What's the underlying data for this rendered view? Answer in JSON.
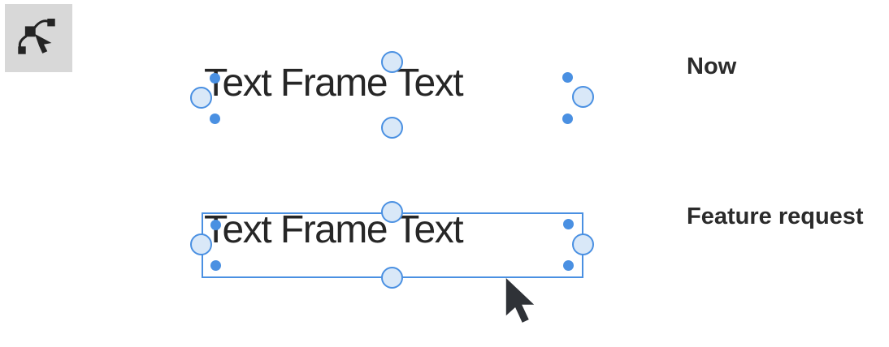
{
  "page": {
    "background": "#ffffff"
  },
  "toolbar": {
    "tool": {
      "icon": "bezier-node-tool-icon",
      "background": "#d8d8d8",
      "icon_color": "#242424"
    }
  },
  "colors": {
    "selection_blue": "#4a90e2",
    "handle_fill": "#d9e8f8",
    "frame_text": "#262626",
    "label_text": "#2b2b2b",
    "cursor": "#2f3237"
  },
  "now_example": {
    "label": "Now",
    "frame_text": "Text Frame Text"
  },
  "feature_example": {
    "label": "Feature request",
    "frame_text": "Text Frame Text"
  },
  "cursor": {
    "icon": "arrow-cursor-icon"
  }
}
